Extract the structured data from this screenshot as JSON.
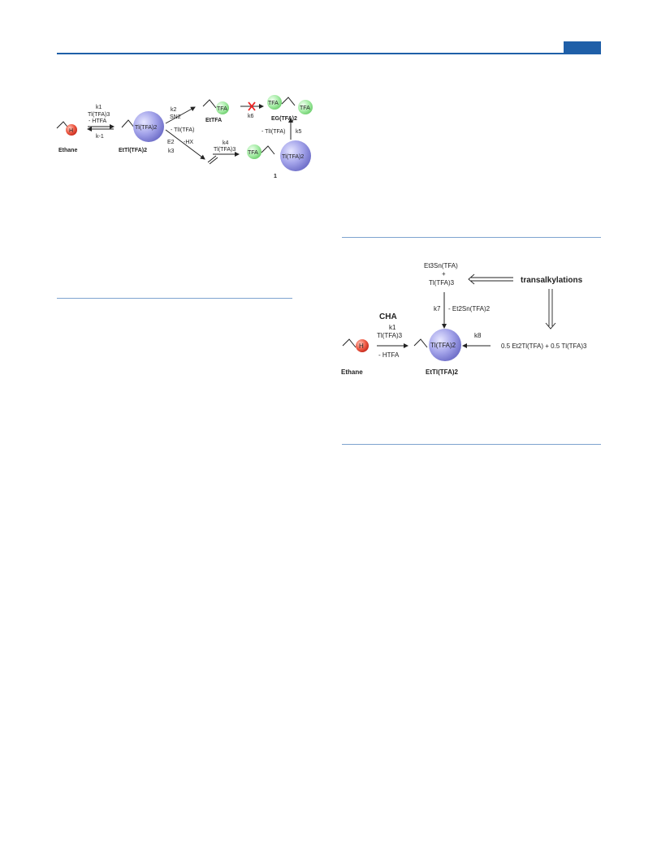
{
  "scheme1": {
    "ethane": "Ethane",
    "h_atom": "H",
    "k1": "k1",
    "tl_tfa3": "Tl(TFA)3",
    "htfa": "- HTFA",
    "k_1": "k-1",
    "ettl_label": "EtTl(TFA)2",
    "tl_tfa2": "Tl(TFA)2",
    "k2": "k2",
    "sn2": "SN2",
    "minus_tl1": "- TlI(TFA)",
    "e2": "E2",
    "hx": "-HX",
    "k3": "k3",
    "tfa": "TFA",
    "etfa_label": "EtTFA",
    "k6": "k6",
    "eg_label": "EG(TFA)2",
    "k4": "k4",
    "tl_tfa3_b": "Tl(TFA)3",
    "minus_tl1_b": "- TlI(TFA)",
    "k5": "k5",
    "compound1": "1"
  },
  "scheme2": {
    "cha": "CHA",
    "ethane": "Ethane",
    "h_atom": "H",
    "k1": "k1",
    "tl_tfa3": "Tl(TFA)3",
    "htfa": "- HTFA",
    "ettl_label": "EtTl(TFA)2",
    "tl_tfa2": "Tl(TFA)2",
    "et3sn": "Et3Sn(TFA)",
    "plus": "+",
    "tl_tfa3_top": "Tl(TFA)3",
    "k7": "k7",
    "minus_et2sn": "- Et2Sn(TFA)2",
    "transalkylations": "transalkylations",
    "k8": "k8",
    "right_reagents": "0.5 Et2Tl(TFA) + 0.5 Tl(TFA)3"
  },
  "colors": {
    "header_blue": "#1f5fa8",
    "rule_blue": "#7ea3cf",
    "thallium_sphere": "#9b9be6",
    "tfa_sphere": "#98e898",
    "hydrogen_sphere": "#e8463a"
  }
}
